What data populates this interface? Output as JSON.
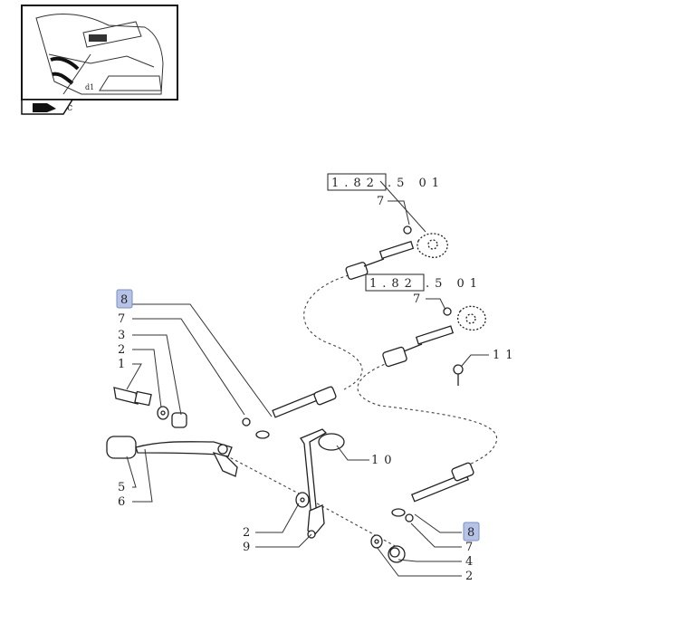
{
  "thumbnail": {
    "corner_label": "c",
    "sub_label": "d1"
  },
  "ref_upper": {
    "boxed": "1.82",
    "suffix": ".5 01"
  },
  "ref_lower": {
    "boxed": "1.82",
    "suffix": ".5 01"
  },
  "callouts": {
    "c7_upper": "7",
    "c7_mid": "7",
    "c11": "11",
    "c8_left": "8",
    "c7_left": "7",
    "c3": "3",
    "c2_left": "2",
    "c1": "1",
    "c5": "5",
    "c6": "6",
    "c10": "10",
    "c2_bottom": "2",
    "c9": "9",
    "c8_right": "8",
    "c7_right": "7",
    "c4": "4",
    "c2_right": "2"
  },
  "colors": {
    "highlight": "#b7c3e6",
    "ink": "#222222"
  }
}
